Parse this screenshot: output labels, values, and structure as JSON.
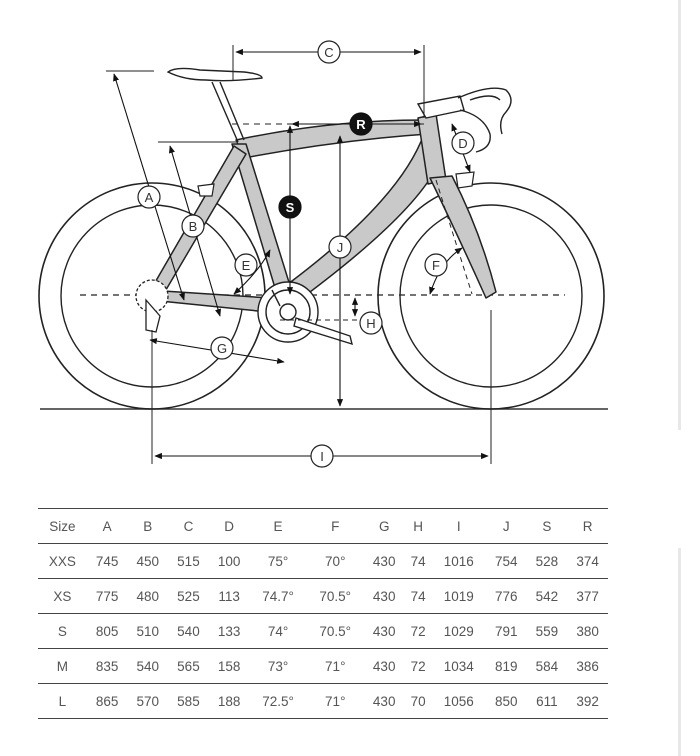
{
  "diagram": {
    "labels": {
      "a": "A",
      "b": "B",
      "c": "C",
      "d": "D",
      "e": "E",
      "f": "F",
      "g": "G",
      "h": "H",
      "i": "I",
      "j": "J",
      "r": "R",
      "s": "S"
    }
  },
  "table": {
    "headers": [
      "Size",
      "A",
      "B",
      "C",
      "D",
      "E",
      "F",
      "G",
      "H",
      "I",
      "J",
      "S",
      "R"
    ],
    "rows": [
      [
        "XXS",
        "745",
        "450",
        "515",
        "100",
        "75°",
        "70°",
        "430",
        "74",
        "1016",
        "754",
        "528",
        "374"
      ],
      [
        "XS",
        "775",
        "480",
        "525",
        "113",
        "74.7°",
        "70.5°",
        "430",
        "74",
        "1019",
        "776",
        "542",
        "377"
      ],
      [
        "S",
        "805",
        "510",
        "540",
        "133",
        "74°",
        "70.5°",
        "430",
        "72",
        "1029",
        "791",
        "559",
        "380"
      ],
      [
        "M",
        "835",
        "540",
        "565",
        "158",
        "73°",
        "71°",
        "430",
        "72",
        "1034",
        "819",
        "584",
        "386"
      ],
      [
        "L",
        "865",
        "570",
        "585",
        "188",
        "72.5°",
        "71°",
        "430",
        "70",
        "1056",
        "850",
        "611",
        "392"
      ]
    ]
  }
}
